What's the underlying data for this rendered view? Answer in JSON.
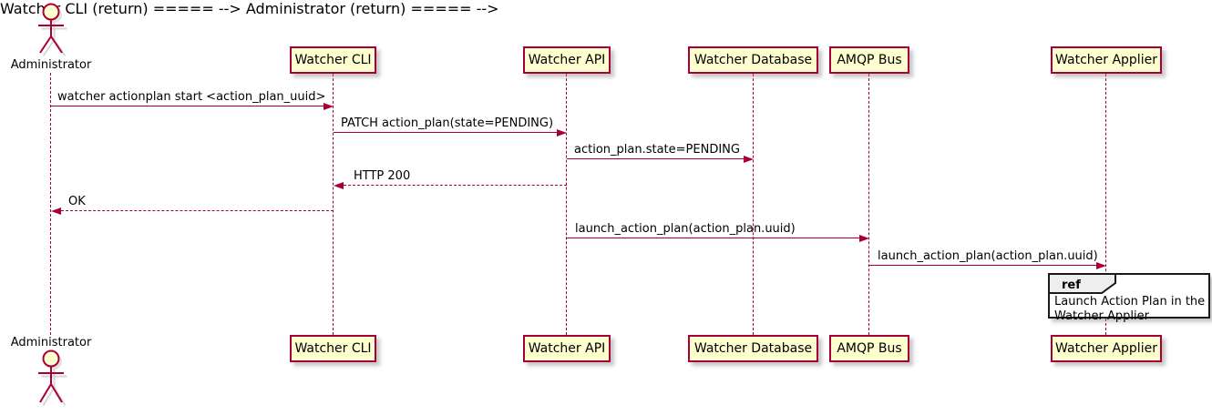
{
  "diagram": {
    "actor": {
      "name": "Administrator"
    },
    "participants": [
      {
        "label": "Watcher CLI"
      },
      {
        "label": "Watcher API"
      },
      {
        "label": "Watcher Database"
      },
      {
        "label": "AMQP Bus"
      },
      {
        "label": "Watcher Applier"
      }
    ],
    "messages": [
      {
        "from": "Administrator",
        "to": "Watcher CLI",
        "label": "watcher actionplan start <action_plan_uuid>",
        "style": "solid"
      },
      {
        "from": "Watcher CLI",
        "to": "Watcher API",
        "label": "PATCH action_plan(state=PENDING)",
        "style": "solid"
      },
      {
        "from": "Watcher API",
        "to": "Watcher Database",
        "label": "action_plan.state=PENDING",
        "style": "solid"
      },
      {
        "from": "Watcher API",
        "to": "Watcher CLI",
        "label": "HTTP 200",
        "style": "dashed"
      },
      {
        "from": "Watcher CLI",
        "to": "Administrator",
        "label": "OK",
        "style": "dashed"
      },
      {
        "from": "Watcher API",
        "to": "AMQP Bus",
        "label": "launch_action_plan(action_plan.uuid)",
        "style": "solid"
      },
      {
        "from": "AMQP Bus",
        "to": "Watcher Applier",
        "label": "launch_action_plan(action_plan.uuid)",
        "style": "solid"
      }
    ],
    "ref": {
      "keyword": "ref",
      "over": "Watcher Applier",
      "lines": {
        "0": "Launch Action Plan in the",
        "1": "Watcher Applier"
      }
    },
    "colors": {
      "accent": "#A80036",
      "participant_fill": "#FEFECE",
      "ref_header_fill": "#EEEEEE",
      "ref_border": "#1A1A1A"
    }
  }
}
